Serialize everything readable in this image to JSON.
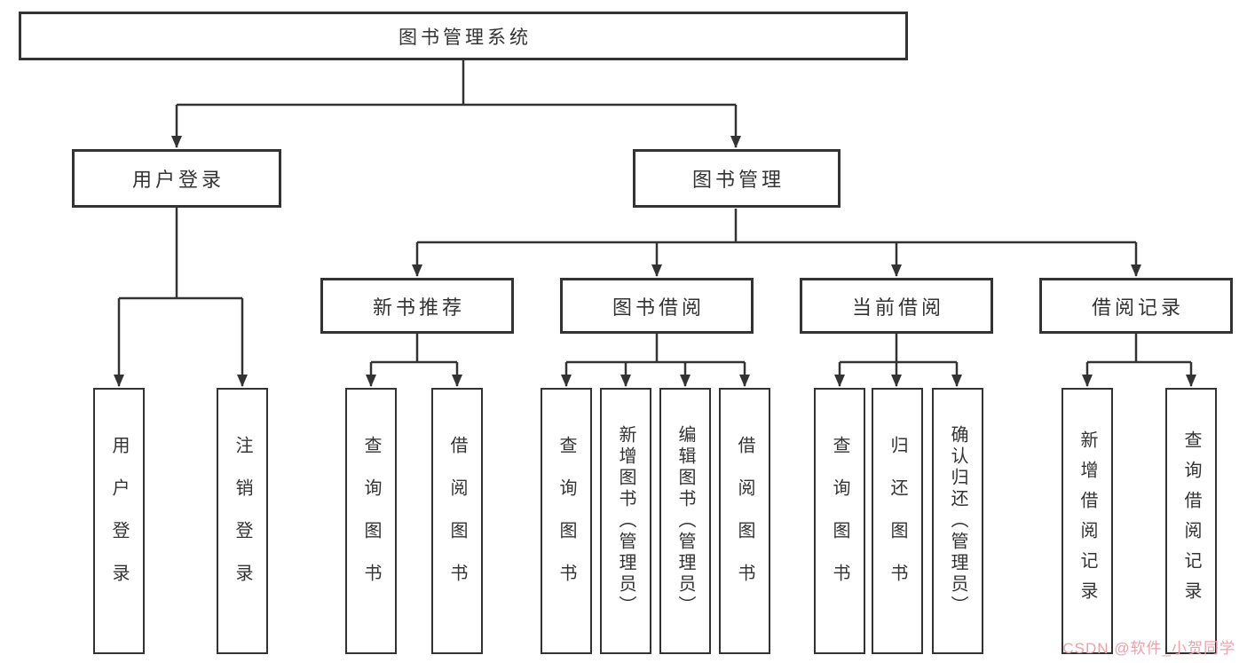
{
  "diagram": {
    "root": {
      "label": "图书管理系统"
    },
    "branches": [
      {
        "label": "用户登录",
        "children": [
          {
            "label": "用户登录"
          },
          {
            "label": "注销登录"
          }
        ]
      },
      {
        "label": "图书管理",
        "children": [
          {
            "label": "新书推荐",
            "children": [
              {
                "label": "查询图书"
              },
              {
                "label": "借阅图书"
              }
            ]
          },
          {
            "label": "图书借阅",
            "children": [
              {
                "label": "查询图书"
              },
              {
                "label": "新增图书（管理员）"
              },
              {
                "label": "编辑图书（管理员）"
              },
              {
                "label": "借阅图书"
              }
            ]
          },
          {
            "label": "当前借阅",
            "children": [
              {
                "label": "查询图书"
              },
              {
                "label": "归还图书"
              },
              {
                "label": "确认归还（管理员）"
              }
            ]
          },
          {
            "label": "借阅记录",
            "children": [
              {
                "label": "新增借阅记录"
              },
              {
                "label": "查询借阅记录"
              }
            ]
          }
        ]
      }
    ],
    "colors": {
      "line": "#333333",
      "box_border": "#333333",
      "box_background": "#ffffff",
      "text": "#333333",
      "watermark": "#efa0a8"
    },
    "watermark": "CSDN @软件_小贺同学"
  }
}
